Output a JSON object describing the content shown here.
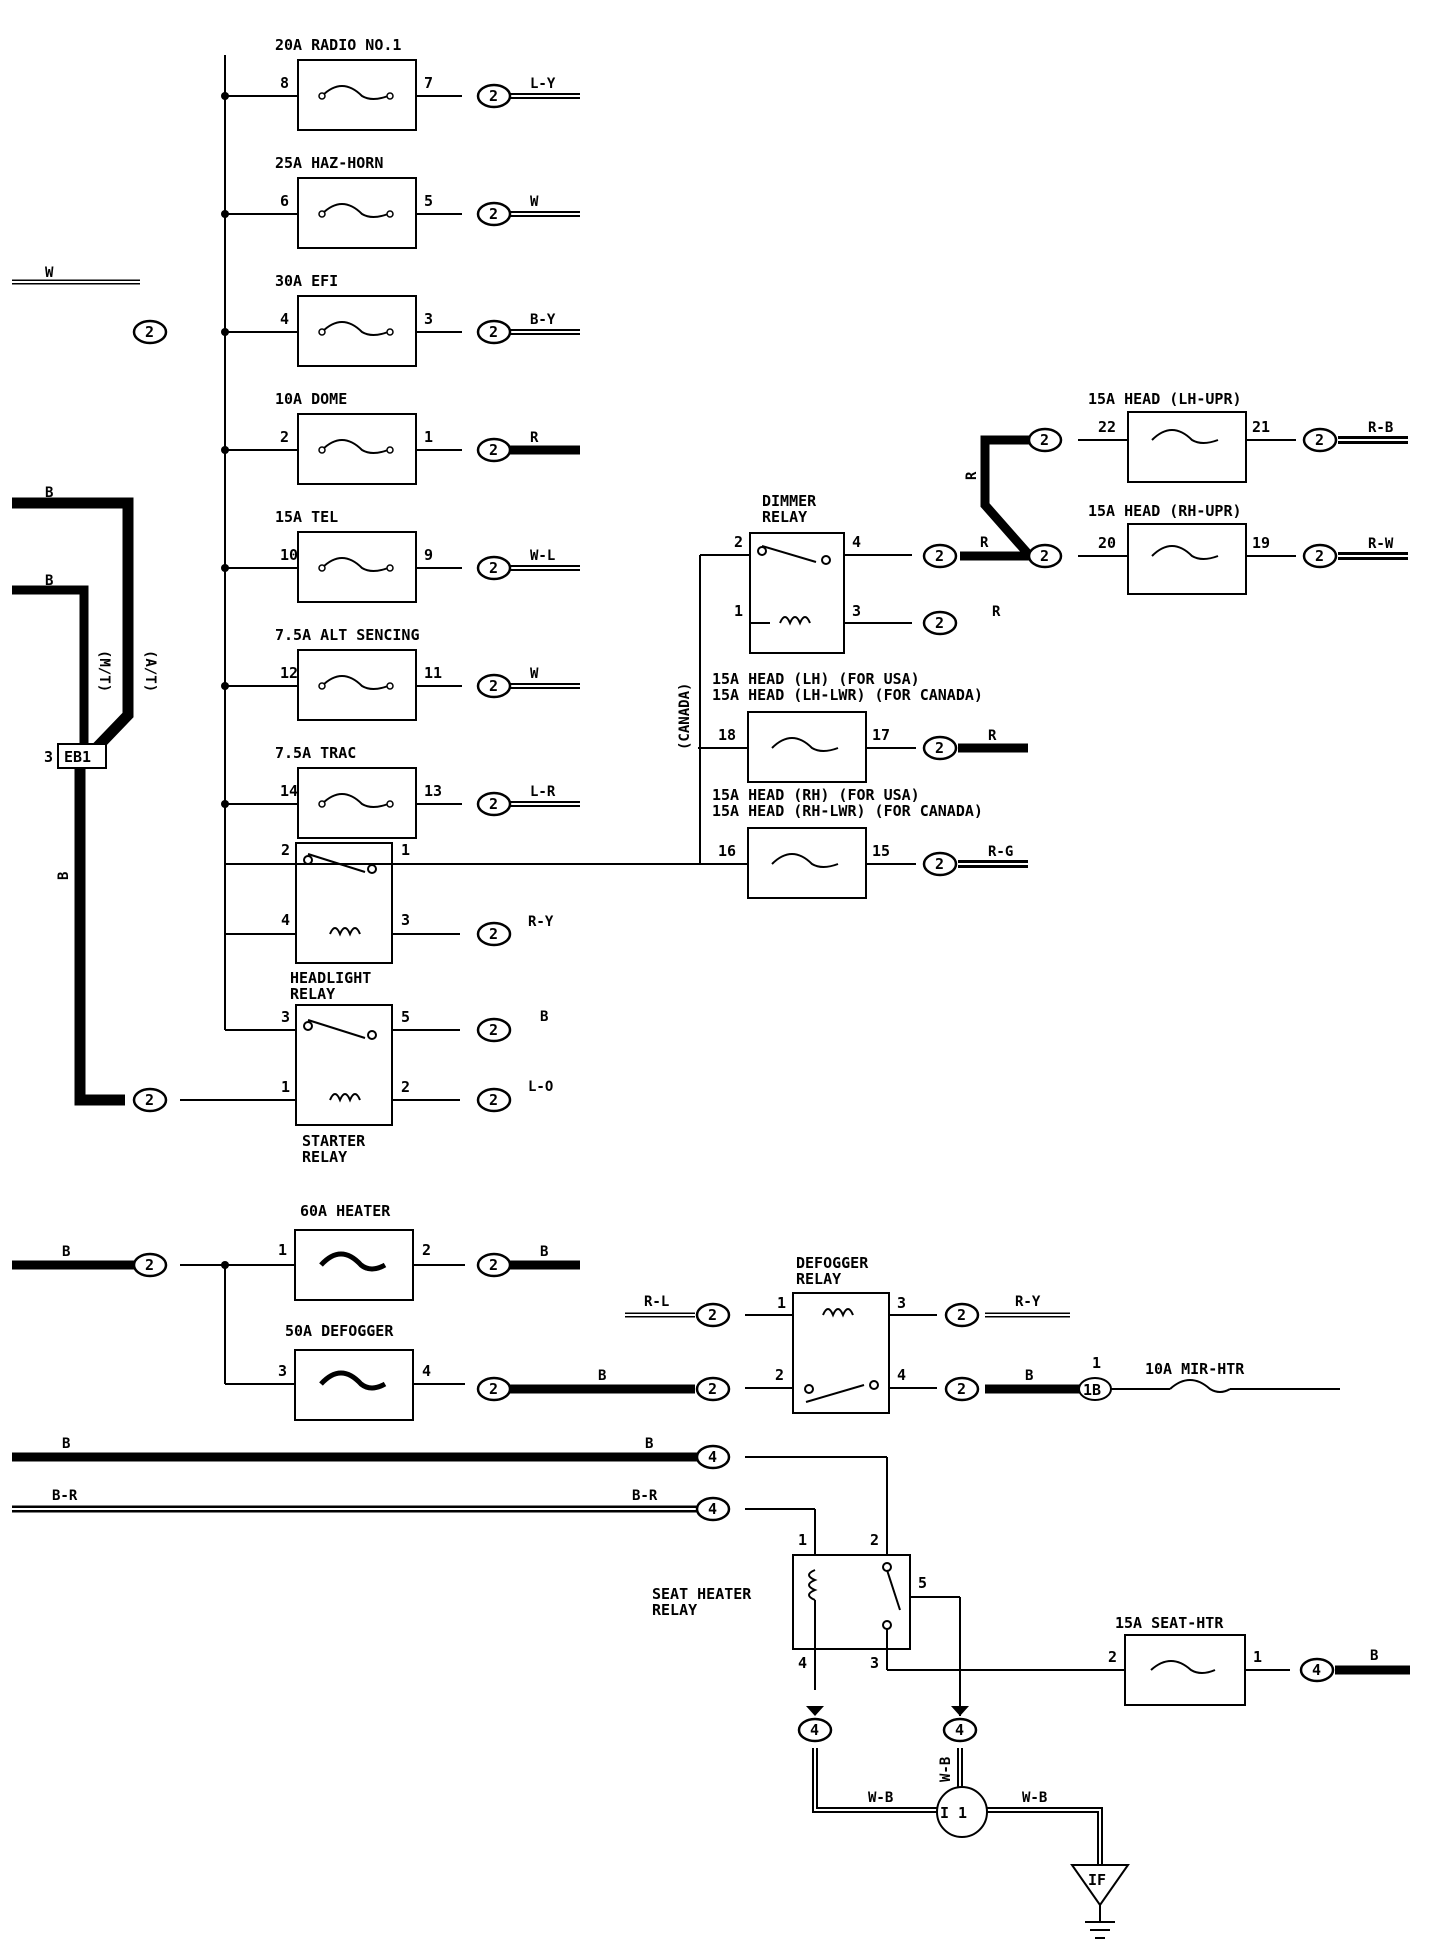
{
  "fuses": [
    {
      "label": "20A RADIO NO.1",
      "pin_in": "8",
      "pin_out": "7",
      "wire": "L-Y"
    },
    {
      "label": "25A HAZ-HORN",
      "pin_in": "6",
      "pin_out": "5",
      "wire": "W"
    },
    {
      "label": "30A EFI",
      "pin_in": "4",
      "pin_out": "3",
      "wire": "B-Y"
    },
    {
      "label": "10A DOME",
      "pin_in": "2",
      "pin_out": "1",
      "wire": "R"
    },
    {
      "label": "15A TEL",
      "pin_in": "10",
      "pin_out": "9",
      "wire": "W-L"
    },
    {
      "label": "7.5A ALT SENCING",
      "pin_in": "12",
      "pin_out": "11",
      "wire": "W"
    },
    {
      "label": "7.5A TRAC",
      "pin_in": "14",
      "pin_out": "13",
      "wire": "L-R"
    }
  ],
  "headlight_relay": {
    "label": [
      "HEADLIGHT",
      "RELAY"
    ],
    "pins": [
      "2",
      "1",
      "4",
      "3"
    ],
    "wire_out": "R-Y"
  },
  "starter_relay": {
    "label": [
      "STARTER",
      "RELAY"
    ],
    "pins": [
      "3",
      "5",
      "1",
      "2"
    ],
    "wires": [
      "B",
      "L-O"
    ]
  },
  "dimmer_relay": {
    "label": [
      "DIMMER",
      "RELAY"
    ],
    "pins": [
      "2",
      "4",
      "1",
      "3"
    ],
    "wires": [
      "R",
      "R"
    ]
  },
  "head_fuses": [
    {
      "label": "15A HEAD (LH-UPR)",
      "pin_in": "22",
      "pin_out": "21",
      "wire": "R-B"
    },
    {
      "label": "15A HEAD (RH-UPR)",
      "pin_in": "20",
      "pin_out": "19",
      "wire": "R-W"
    },
    {
      "label1": "15A HEAD (LH) (FOR USA)",
      "label2": "15A HEAD (LH-LWR) (FOR CANADA)",
      "pin_in": "18",
      "pin_out": "17",
      "wire": "R"
    },
    {
      "label1": "15A HEAD (RH) (FOR USA)",
      "label2": "15A HEAD (RH-LWR) (FOR CANADA)",
      "pin_in": "16",
      "pin_out": "15",
      "wire": "R-G"
    }
  ],
  "canada_label": "(CANADA)",
  "riser_wire": "R",
  "left_wires": {
    "w_in": "W",
    "b1": "B",
    "b2": "B",
    "mt": "(M/T)",
    "at": "(A/T)",
    "eb1": "EB1",
    "eb1_pin": "3",
    "b_vertical": "B"
  },
  "heater": {
    "label": "60A HEATER",
    "pin_in": "1",
    "pin_out": "2",
    "wire_in": "B",
    "wire_out": "B"
  },
  "defogger": {
    "label": "50A DEFOGGER",
    "pin_in": "3",
    "pin_out": "4",
    "wire": "B"
  },
  "defogger_relay": {
    "label": [
      "DEFOGGER",
      "RELAY"
    ],
    "pins": [
      "1",
      "3",
      "2",
      "4"
    ],
    "wire_in": "R-L",
    "wire_out": "R-Y",
    "wire_b": "B"
  },
  "mir_htr": {
    "label": "10A MIR-HTR",
    "connector": "1B",
    "pin": "1"
  },
  "bottom_wires": {
    "b": "B",
    "br": "B-R",
    "b_right": "B",
    "br_right": "B-R"
  },
  "seat_relay": {
    "label": [
      "SEAT HEATER",
      "RELAY"
    ],
    "pins": [
      "1",
      "2",
      "5",
      "4",
      "3"
    ]
  },
  "seat_fuse": {
    "label": "15A SEAT-HTR",
    "pin_in": "2",
    "pin_out": "1",
    "wire": "B"
  },
  "ground": {
    "junction": "I 1",
    "wire": "W-B",
    "ground_label": "IF"
  },
  "connectors": {
    "two": "2",
    "four": "4"
  }
}
